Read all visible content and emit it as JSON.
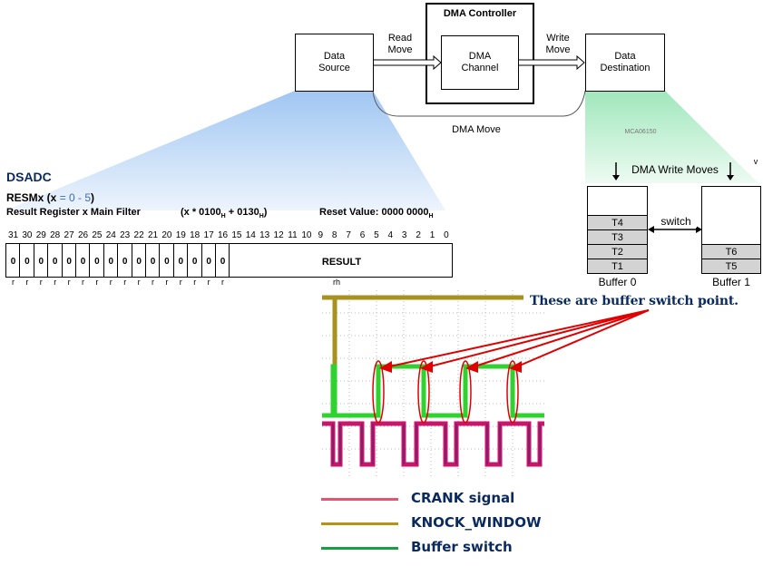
{
  "dma": {
    "controller_title": "DMA Controller",
    "data_source": "Data\nSource",
    "read_move": "Read\nMove",
    "dma_channel": "DMA\nChannel",
    "write_move": "Write\nMove",
    "data_destination": "Data\nDestination",
    "dma_move": "DMA Move",
    "figure_code": "MCA06150"
  },
  "buffers": {
    "write_moves_label": "DMA Write Moves",
    "corner_mark": "v",
    "switch_label": "switch",
    "buffer0_label": "Buffer 0",
    "buffer1_label": "Buffer 1",
    "buffer0_cells": [
      "T4",
      "T3",
      "T2",
      "T1"
    ],
    "buffer1_cells": [
      "T6",
      "T5"
    ]
  },
  "register": {
    "module": "DSADC",
    "name_prefix": "RESMx (x ",
    "name_range": "= 0 - 5",
    "name_suffix": ")",
    "description": "Result Register x Main Filter",
    "offset": "(x * 0100",
    "offset_sub1": "H",
    "offset_mid": " + 0130",
    "offset_sub2": "H",
    "offset_end": ")",
    "reset": "Reset Value: 0000 0000",
    "reset_sub": "H",
    "bits": [
      "31",
      "30",
      "29",
      "28",
      "27",
      "26",
      "25",
      "24",
      "23",
      "22",
      "21",
      "20",
      "19",
      "18",
      "17",
      "16",
      "15",
      "14",
      "13",
      "12",
      "11",
      "10",
      "9",
      "8",
      "7",
      "6",
      "5",
      "4",
      "3",
      "2",
      "1",
      "0"
    ],
    "upper_values": [
      "0",
      "0",
      "0",
      "0",
      "0",
      "0",
      "0",
      "0",
      "0",
      "0",
      "0",
      "0",
      "0",
      "0",
      "0",
      "0"
    ],
    "result_field": "RESULT",
    "upper_access": [
      "r",
      "r",
      "r",
      "r",
      "r",
      "r",
      "r",
      "r",
      "r",
      "r",
      "r",
      "r",
      "r",
      "r",
      "r",
      "r"
    ],
    "result_access": "rh"
  },
  "scope": {
    "annotation": "These are buffer switch point."
  },
  "legend": [
    {
      "label": "CRANK signal",
      "color": "#e8546f"
    },
    {
      "label": "KNOCK_WINDOW",
      "color": "#b4931a"
    },
    {
      "label": "Buffer switch",
      "color": "#1a9e45"
    }
  ]
}
